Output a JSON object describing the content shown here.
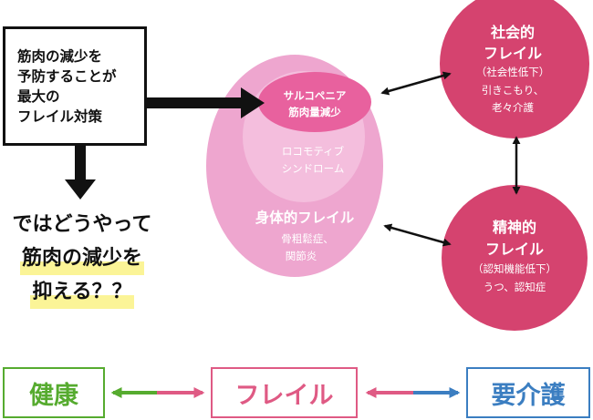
{
  "left_box": {
    "lines": [
      "筋肉の減少を",
      "予防することが",
      "最大の",
      "フレイル対策"
    ]
  },
  "question": {
    "line1": "ではどうやって",
    "line2": "筋肉の減少を",
    "line3": "抑える？？"
  },
  "physical": {
    "title": "身体的フレイル",
    "examples": [
      "骨粗鬆症、",
      "関節炎"
    ]
  },
  "locomotive": {
    "lines": [
      "ロコモティブ",
      "シンドローム"
    ]
  },
  "sarcopenia": {
    "lines": [
      "サルコペニア",
      "筋肉量減少"
    ]
  },
  "social": {
    "title1": "社会的",
    "title2": "フレイル",
    "sub": [
      "（社会性低下）",
      "引きこもり、",
      "老々介護"
    ]
  },
  "mental": {
    "title1": "精神的",
    "title2": "フレイル",
    "sub": [
      "（認知機能低下）",
      "うつ、認知症"
    ]
  },
  "bottom": {
    "health": "健康",
    "frailty": "フレイル",
    "care": "要介護"
  },
  "colors": {
    "physical_circle": "#eea6cf",
    "locomotive_circle": "#f4bedd",
    "sarcopenia_circle": "#e8619e",
    "domain_circles": "#d5436f",
    "health": "#56ab2f",
    "frailty": "#df5a84",
    "care": "#3b7ec1"
  }
}
